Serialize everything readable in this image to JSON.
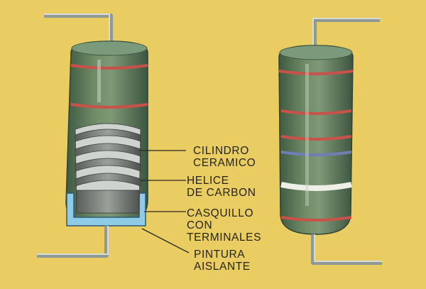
{
  "labels": {
    "cylinder": {
      "line1": "CILINDRO",
      "line2": "CERAMICO"
    },
    "helix": {
      "line1": "HELICE",
      "line2": "DE CARBON"
    },
    "cap": {
      "line1": "CASQUILLO",
      "line2": "CON",
      "line3": "TERMINALES"
    },
    "paint": {
      "line1": "PINTURA",
      "line2": "AISLANTE"
    }
  },
  "colors": {
    "background": "#e9cd62",
    "body": "#5f7d58",
    "lead": "#bfc8c3",
    "red_band": "#c8524a",
    "blue_band": "#6f7fb4",
    "white_band": "#eef0e8",
    "cap": "#8fcbe6",
    "helix": "#6d716c",
    "ceramic": "#cfd3cf"
  }
}
